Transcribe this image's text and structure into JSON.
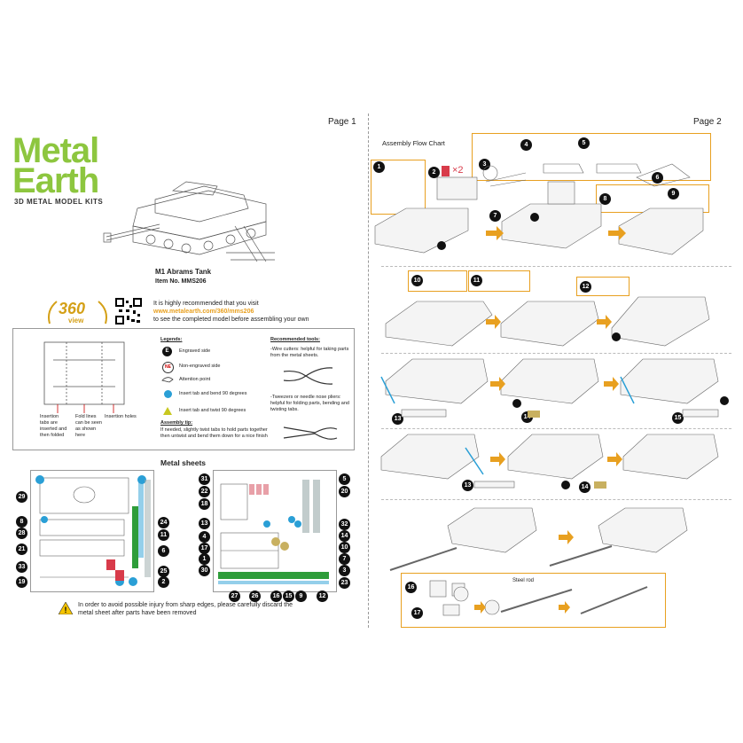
{
  "page1": {
    "page_label": "Page 1",
    "brand_line1": "Metal",
    "brand_line2": "Earth",
    "brand_sub": "3D METAL MODEL KITS",
    "model_name": "M1 Abrams Tank",
    "item_no": "Item No.  MMS206",
    "logo_360": "360",
    "logo_view": "view",
    "visit_line1": "It is highly recommended that you visit",
    "visit_url": "www.metalearth.com/360/mms206",
    "visit_line3": "to see the completed model before assembling your own",
    "legends": {
      "title": "Legends:",
      "items": [
        {
          "badge": "E",
          "label": "Engraved side"
        },
        {
          "badge": "NE",
          "label": "Non-engraved side"
        },
        {
          "badge": "",
          "label": "Attention point"
        },
        {
          "badge": "",
          "label": "Insert tab and bend 90 degrees"
        },
        {
          "badge": "",
          "label": "Insert tab and twist 90 degrees"
        }
      ],
      "tip_title": "Assembly tip:",
      "tip_text": "If needed, slightly twist tabs to hold parts together then untwist and bend them down for a nice finish"
    },
    "tools": {
      "title": "Recommended tools:",
      "wire": "-Wire cutters: helpful for taking parts from the metal sheets.",
      "tweezers": "-Tweezers or needle nose pliers: helpful for folding parts, bending and twisting tabs."
    },
    "captions": {
      "insertion_tabs": "Insertion tabs are inserted and then folded",
      "fold_lines": "Fold lines can be seen as shown here",
      "insertion_holes": "Insertion holes"
    },
    "metal_sheets_title": "Metal sheets",
    "sheet1_numbers": [
      "29",
      "8",
      "28",
      "21",
      "33",
      "19",
      "24",
      "11",
      "6",
      "25",
      "2"
    ],
    "sheet2_numbers": [
      "31",
      "22",
      "18",
      "13",
      "4",
      "17",
      "1",
      "30",
      "27",
      "26",
      "16",
      "15",
      "9",
      "12",
      "5",
      "20",
      "32",
      "14",
      "10",
      "7",
      "3",
      "23"
    ],
    "warning": "In order to avoid possible injury from sharp edges, please carefully discard the metal sheet after parts have been removed"
  },
  "page2": {
    "page_label": "Page 2",
    "flow_title": "Assembly Flow Chart",
    "x2": "×2",
    "steel_rod": "Steel rod",
    "step_numbers": [
      "1",
      "2",
      "3",
      "4",
      "5",
      "6",
      "7",
      "8",
      "9",
      "10",
      "11",
      "12",
      "13",
      "14",
      "15",
      "13",
      "14",
      "16",
      "17"
    ]
  }
}
